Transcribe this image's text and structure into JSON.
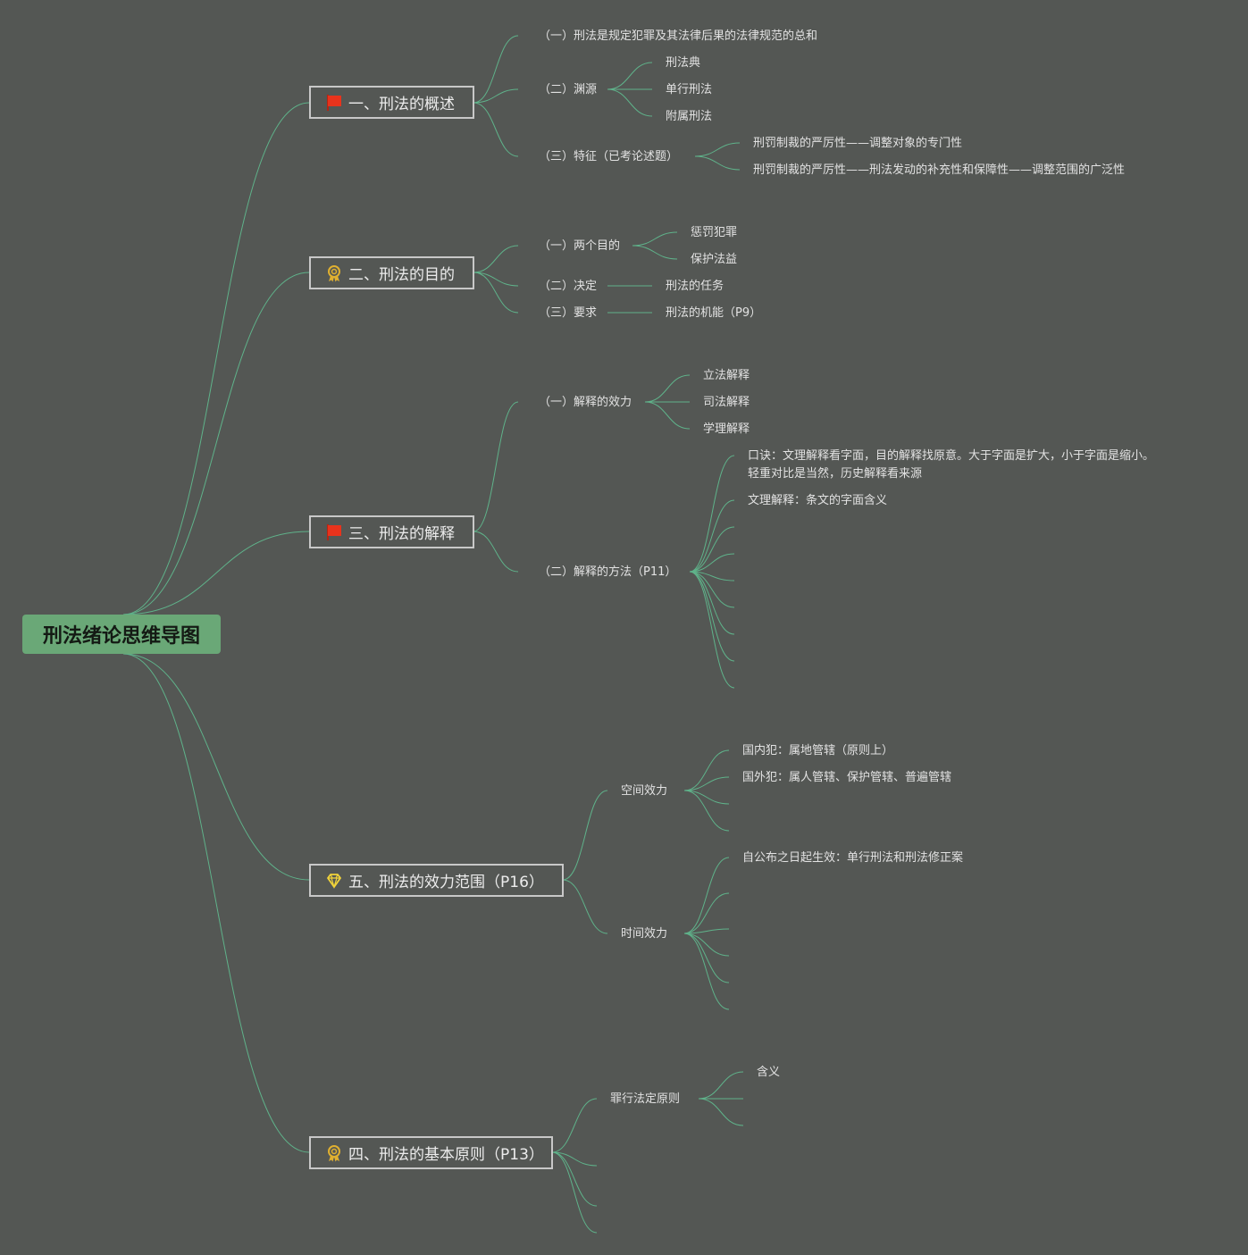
{
  "root": {
    "label": "刑法绪论思维导图"
  },
  "branches": {
    "b1": {
      "label": "一、刑法的概述",
      "icon": "red-flag-icon",
      "items": {
        "i1": "（一）刑法是规定犯罪及其法律后果的法律规范的总和",
        "i2": "（二）渊源",
        "i2_children": [
          "刑法典",
          "单行刑法",
          "附属刑法"
        ],
        "i3": "（三）特征（已考论述题）",
        "i3_children": [
          "刑罚制裁的严厉性——调整对象的专门性",
          "刑罚制裁的严厉性——刑法发动的补充性和保障性——调整范围的广泛性"
        ]
      }
    },
    "b2": {
      "label": "二、刑法的目的",
      "icon": "award-medal-icon",
      "items": {
        "i1": "（一）两个目的",
        "i1_children": [
          "惩罚犯罪",
          "保护法益"
        ],
        "i2": "（二）决定",
        "i2_child": "刑法的任务",
        "i3": "（三）要求",
        "i3_child": "刑法的机能（P9）"
      }
    },
    "b3": {
      "label": "三、刑法的解释",
      "icon": "red-flag-icon",
      "items": {
        "i1": "（一）解释的效力",
        "i1_children": [
          "立法解释",
          "司法解释",
          "学理解释"
        ],
        "i2": "（二）解释的方法（P11）",
        "i2_children": [
          "口诀：文理解释看字面，目的解释找原意。大于字面是扩大，小于字面是缩小。",
          "轻重对比是当然，历史解释看来源",
          "文理解释：条文的字面含义"
        ]
      }
    },
    "b5": {
      "label": "五、刑法的效力范围（P16）",
      "icon": "diamond-icon",
      "items": {
        "i1": "空间效力",
        "i1_children": [
          "国内犯：属地管辖（原则上）",
          "国外犯：属人管辖、保护管辖、普遍管辖"
        ],
        "i2": "时间效力",
        "i2_children": [
          "自公布之日起生效：单行刑法和刑法修正案"
        ]
      }
    },
    "b4": {
      "label": "四、刑法的基本原则（P13）",
      "icon": "award-medal-icon",
      "items": {
        "i1": "罪行法定原则",
        "i1_children": [
          "含义"
        ]
      }
    }
  },
  "colors": {
    "background": "#545754",
    "connector": "#5fb28a",
    "root_fill": "#6aa877",
    "branch_border": "#c8c8c8",
    "flag_red": "#e8331c",
    "award_gold": "#e0b030",
    "diamond_yellow": "#f2d43a"
  }
}
